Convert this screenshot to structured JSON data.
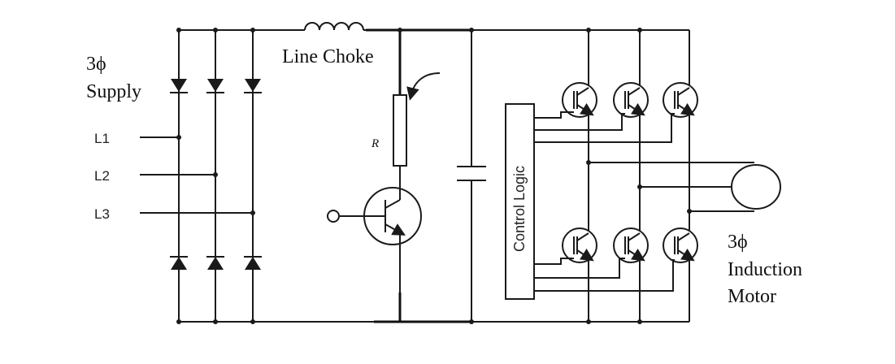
{
  "labels": {
    "supply_line1": "3ϕ",
    "supply_line2": "Supply",
    "line_choke": "Line Choke",
    "resistor": "R",
    "control_logic": "Control Logic",
    "motor_line1": "3ϕ",
    "motor_line2": "Induction",
    "motor_line3": "Motor",
    "phase_l1": "L1",
    "phase_l2": "L2",
    "phase_l3": "L3"
  },
  "icons": {
    "rectifier_diodes": "diode-icon",
    "igbt_switches": "transistor-icon",
    "motor": "motor-icon",
    "capacitor": "capacitor-icon",
    "inductor": "inductor-icon"
  }
}
